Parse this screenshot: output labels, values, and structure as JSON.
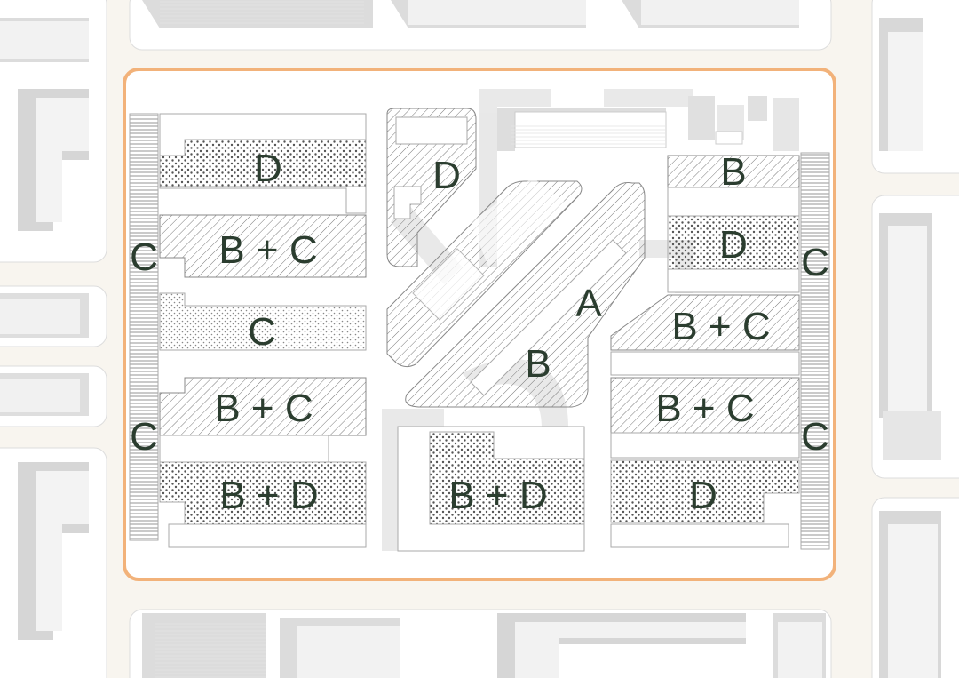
{
  "colors": {
    "background": "#f8f5ef",
    "road": "#f4efe3",
    "block_fill": "#ffffff",
    "site_outline": "#f2b27a",
    "building_shadow": "#d9d9d9",
    "building": "#f3f3f3",
    "label": "#2b3d2f",
    "hatch": "#777777"
  },
  "legend_patterns": {
    "A": "diagonal-hatch",
    "B": "diagonal-hatch",
    "C": "horizontal-lines / fine-dots",
    "D": "dense-dots"
  },
  "labels": {
    "nw_d": "D",
    "w_bc_top": "B + C",
    "w_c_mid": "C",
    "w_bc_low": "B + C",
    "w_bd_bottom": "B + D",
    "west_c_upper": "C",
    "west_c_lower": "C",
    "center_d": "D",
    "center_a": "A",
    "center_b": "B",
    "south_bd": "B + D",
    "e_b": "B",
    "e_d": "D",
    "e_bc_top": "B + C",
    "e_bc_low": "B + C",
    "e_d_bottom": "D",
    "east_c_upper": "C",
    "east_c_lower": "C"
  }
}
